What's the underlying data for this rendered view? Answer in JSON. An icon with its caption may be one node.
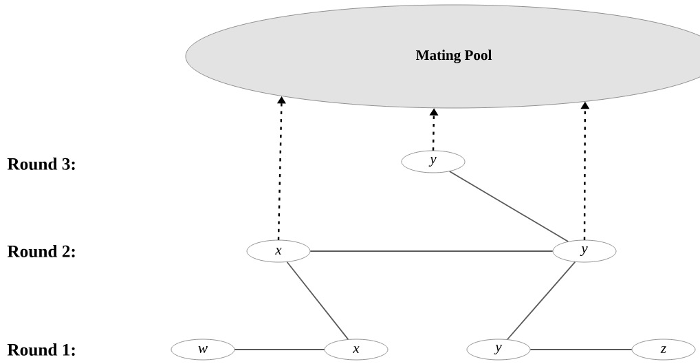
{
  "diagram": {
    "nodes": [
      {
        "text": [
          "Mating Pool"
        ]
      },
      {
        "text": [
          "y"
        ]
      },
      {
        "text": [
          "x"
        ]
      },
      {
        "text": [
          "y"
        ]
      },
      {
        "text": [
          "w"
        ]
      },
      {
        "text": [
          "x"
        ]
      },
      {
        "text": [
          "y"
        ]
      },
      {
        "text": [
          "z"
        ]
      }
    ],
    "edges": [
      {
        "from": 2,
        "to": 0,
        "arrow": "to",
        "style": "dashed"
      },
      {
        "from": 1,
        "to": 0,
        "arrow": "to",
        "style": "dashed"
      },
      {
        "from": 3,
        "to": 0,
        "arrow": "to",
        "style": "dashed"
      },
      {
        "from": 3,
        "to": 1,
        "arrow": "none"
      },
      {
        "from": 2,
        "to": 3,
        "arrow": "none"
      },
      {
        "from": 5,
        "to": 2,
        "arrow": "none"
      },
      {
        "from": 6,
        "to": 3,
        "arrow": "none"
      },
      {
        "from": 4,
        "to": 5,
        "arrow": "none"
      },
      {
        "from": 6,
        "to": 7,
        "arrow": "none"
      }
    ],
    "labels": [
      "Round 3:",
      "Round 2:",
      "Round 1:"
    ]
  }
}
